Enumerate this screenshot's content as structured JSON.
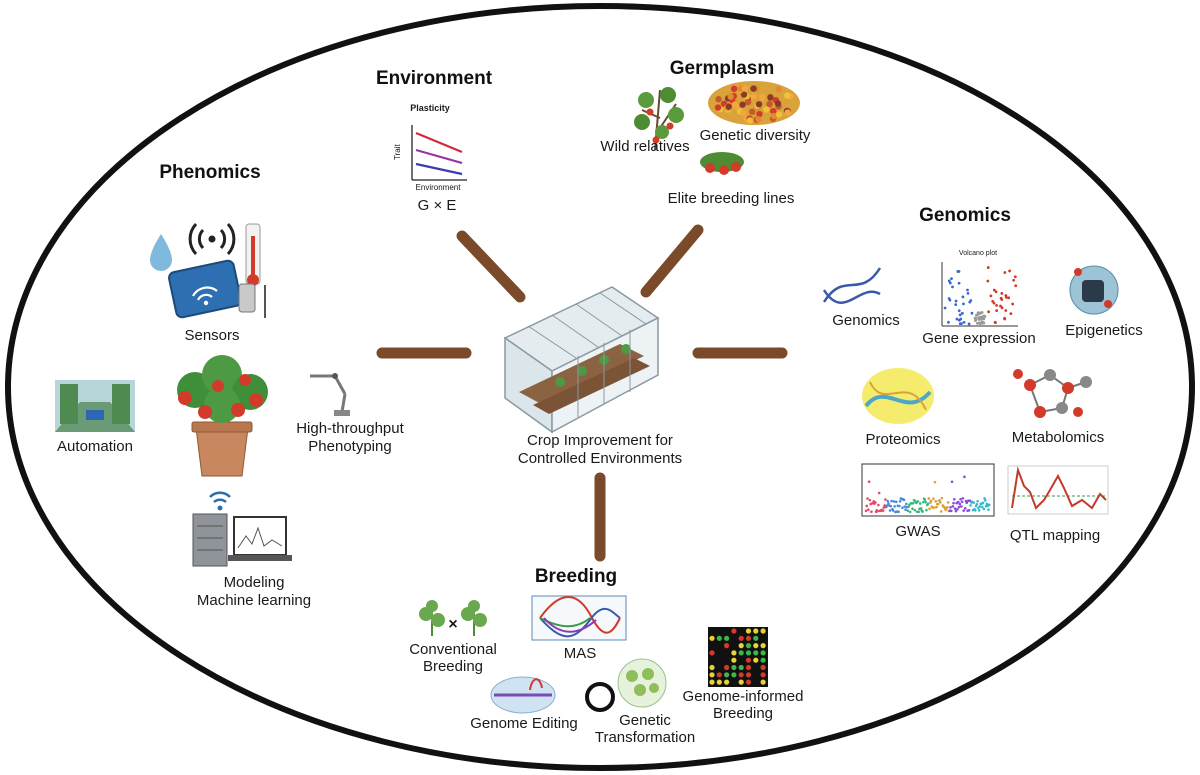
{
  "center": {
    "line1": "Crop Improvement for",
    "line2": "Controlled Environments"
  },
  "sections": {
    "environment": {
      "title": "Environment",
      "plot_title": "Plasticity",
      "plot_ylabel": "Trait",
      "plot_xlabel": "Environment",
      "caption": "G × E"
    },
    "germplasm": {
      "title": "Germplasm",
      "wild_relatives": "Wild relatives",
      "genetic_diversity": "Genetic diversity",
      "elite_lines": "Elite breeding lines"
    },
    "phenomics": {
      "title": "Phenomics",
      "sensors": "Sensors",
      "automation": "Automation",
      "htp_line1": "High-throughput",
      "htp_line2": "Phenotyping",
      "modeling_line1": "Modeling",
      "modeling_line2": "Machine learning"
    },
    "genomics": {
      "title": "Genomics",
      "genomics": "Genomics",
      "gene_expression": "Gene expression",
      "volcano_title": "Volcano plot",
      "epigenetics": "Epigenetics",
      "proteomics": "Proteomics",
      "metabolomics": "Metabolomics",
      "gwas": "GWAS",
      "qtl": "QTL mapping"
    },
    "breeding": {
      "title": "Breeding",
      "conventional_line1": "Conventional",
      "conventional_line2": "Breeding",
      "cross_symbol": "×",
      "mas": "MAS",
      "genome_editing": "Genome Editing",
      "transformation_line1": "Genetic",
      "transformation_line2": "Transformation",
      "gib_line1": "Genome-informed",
      "gib_line2": "Breeding"
    }
  },
  "colors": {
    "spoke": "#7a4a2a",
    "ellipse_border": "#111111",
    "pot": "#c8875e",
    "tomato": "#d23a2a",
    "leaf": "#3f8f3a"
  }
}
